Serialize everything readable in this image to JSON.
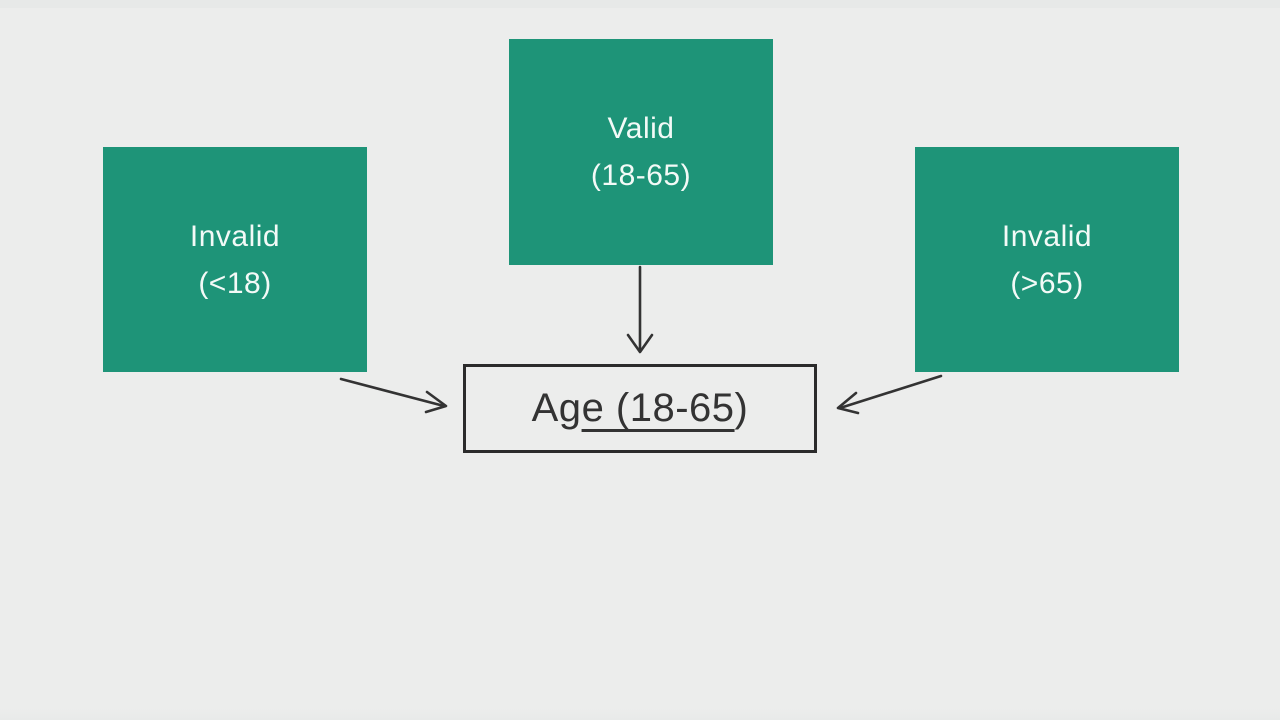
{
  "colors": {
    "background": "#ecedec",
    "node_fill": "#1e9478",
    "node_text": "#f3faf7",
    "arrow": "#333333",
    "target_border": "#2b2b2b",
    "target_text": "#333333"
  },
  "nodes": {
    "invalid_low": {
      "line1": "Invalid",
      "line2": "(<18)"
    },
    "valid": {
      "line1": "Valid",
      "line2": "(18-65)"
    },
    "invalid_high": {
      "line1": "Invalid",
      "line2": "(>65)"
    },
    "target": {
      "text_prefix": "Ag",
      "text_underlined": "e (18-65",
      "text_suffix": ")"
    }
  }
}
